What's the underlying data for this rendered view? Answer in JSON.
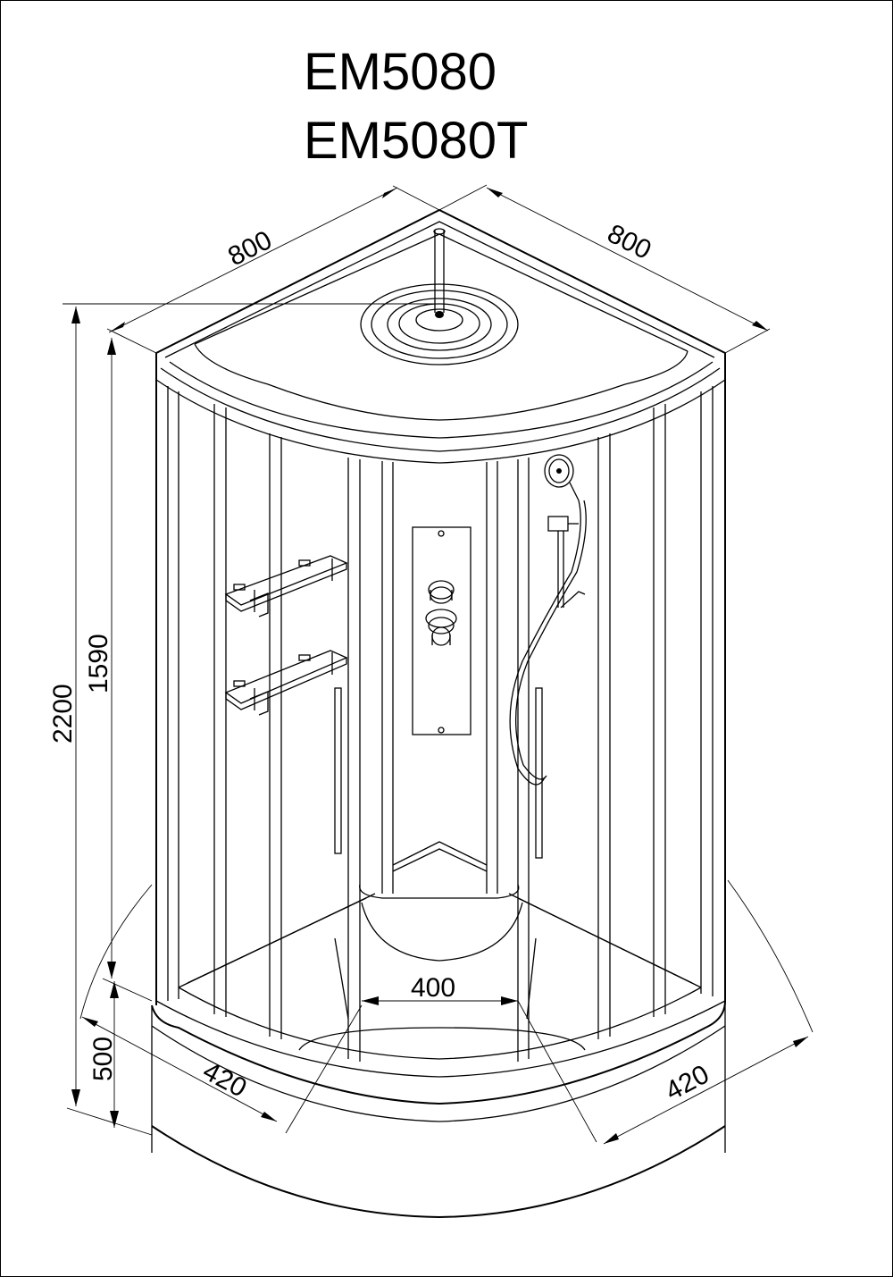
{
  "title": {
    "model_1": "EM5080",
    "model_2": "EM5080T"
  },
  "dimensions": {
    "width_left": "800",
    "width_right": "800",
    "total_height": "2200",
    "cabin_height": "1590",
    "tray_height": "500",
    "door_width": "400",
    "radius_left": "420",
    "radius_right": "420"
  }
}
